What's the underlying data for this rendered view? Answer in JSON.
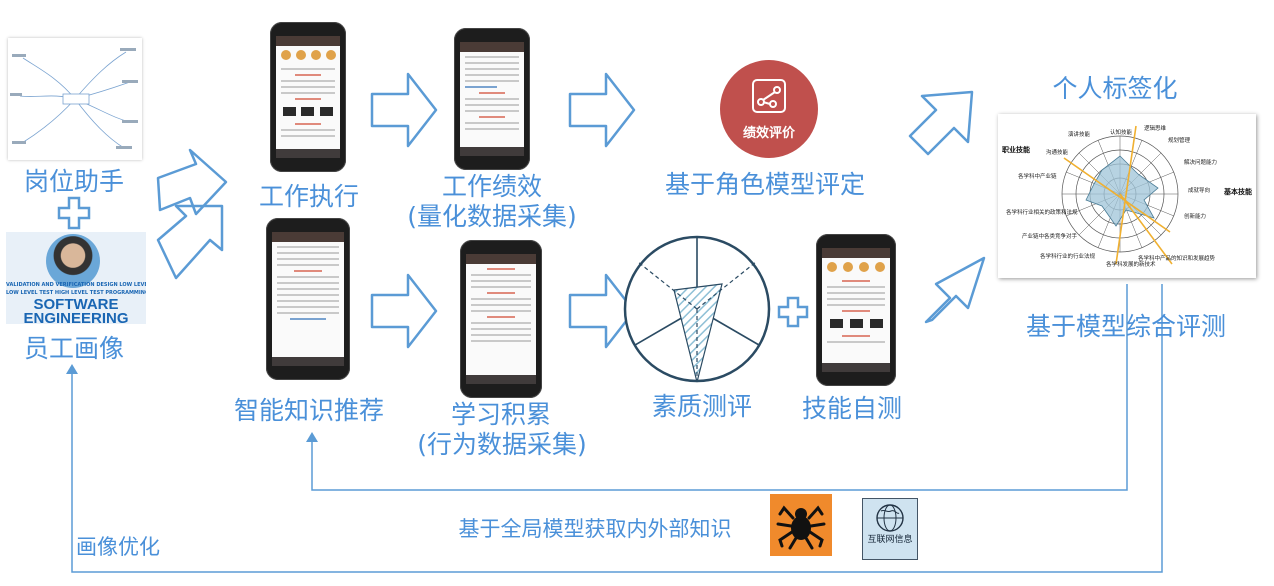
{
  "labels": {
    "post_assistant": "岗位助手",
    "employee_portrait": "员工画像",
    "work_execution": "工作执行",
    "work_performance": "工作绩效",
    "performance_data": "(量化数据采集)",
    "role_model_rating": "基于角色模型评定",
    "personal_tagging": "个人标签化",
    "model_assessment": "基于模型综合评测",
    "smart_recommend": "智能知识推荐",
    "learning_accum": "学习积累",
    "behavior_data": "(行为数据采集)",
    "quality_assess": "素质测评",
    "skill_self_test": "技能自测",
    "global_knowledge": "基于全局模型获取内外部知识",
    "portrait_optimize": "画像优化"
  },
  "badge": {
    "text": "绩效评价"
  },
  "internet_doc": {
    "text": "互联网信息"
  },
  "photo_banner": {
    "line1": "VALIDATION AND VERIFICATION DESIGN LOW LEVEL TEST",
    "line2": "LOW LEVEL TEST  HIGH LEVEL TEST  PROGRAMMING",
    "line3": "SOFTWARE",
    "line4": "ENGINEERING"
  },
  "radar": {
    "left_title": "职业技能",
    "right_title": "基本技能",
    "axes": [
      "认知技能",
      "逻辑思维",
      "规划管理",
      "解决问题能力",
      "成就导向",
      "创新能力",
      "各学科中产品的知识和发展趋势",
      "各学科发展的新技术",
      "各学科行业的行业法规",
      "产业链中各类竞争对手",
      "各学科行业相关的政策和法规",
      "各学科中产业链",
      "沟通技能",
      "演讲技能"
    ]
  },
  "colors": {
    "label_blue": "#4a90d9",
    "arrow_stroke": "#5b9bd5",
    "badge_red": "#c0504d",
    "spider_orange": "#f08a2c",
    "radar_gold": "#f0b030",
    "radar_fill": "#9fc4d8"
  },
  "icons": {
    "spider": "spider-icon",
    "internet": "globe-icon",
    "plus": "plus-icon",
    "share": "share-graph-icon"
  }
}
